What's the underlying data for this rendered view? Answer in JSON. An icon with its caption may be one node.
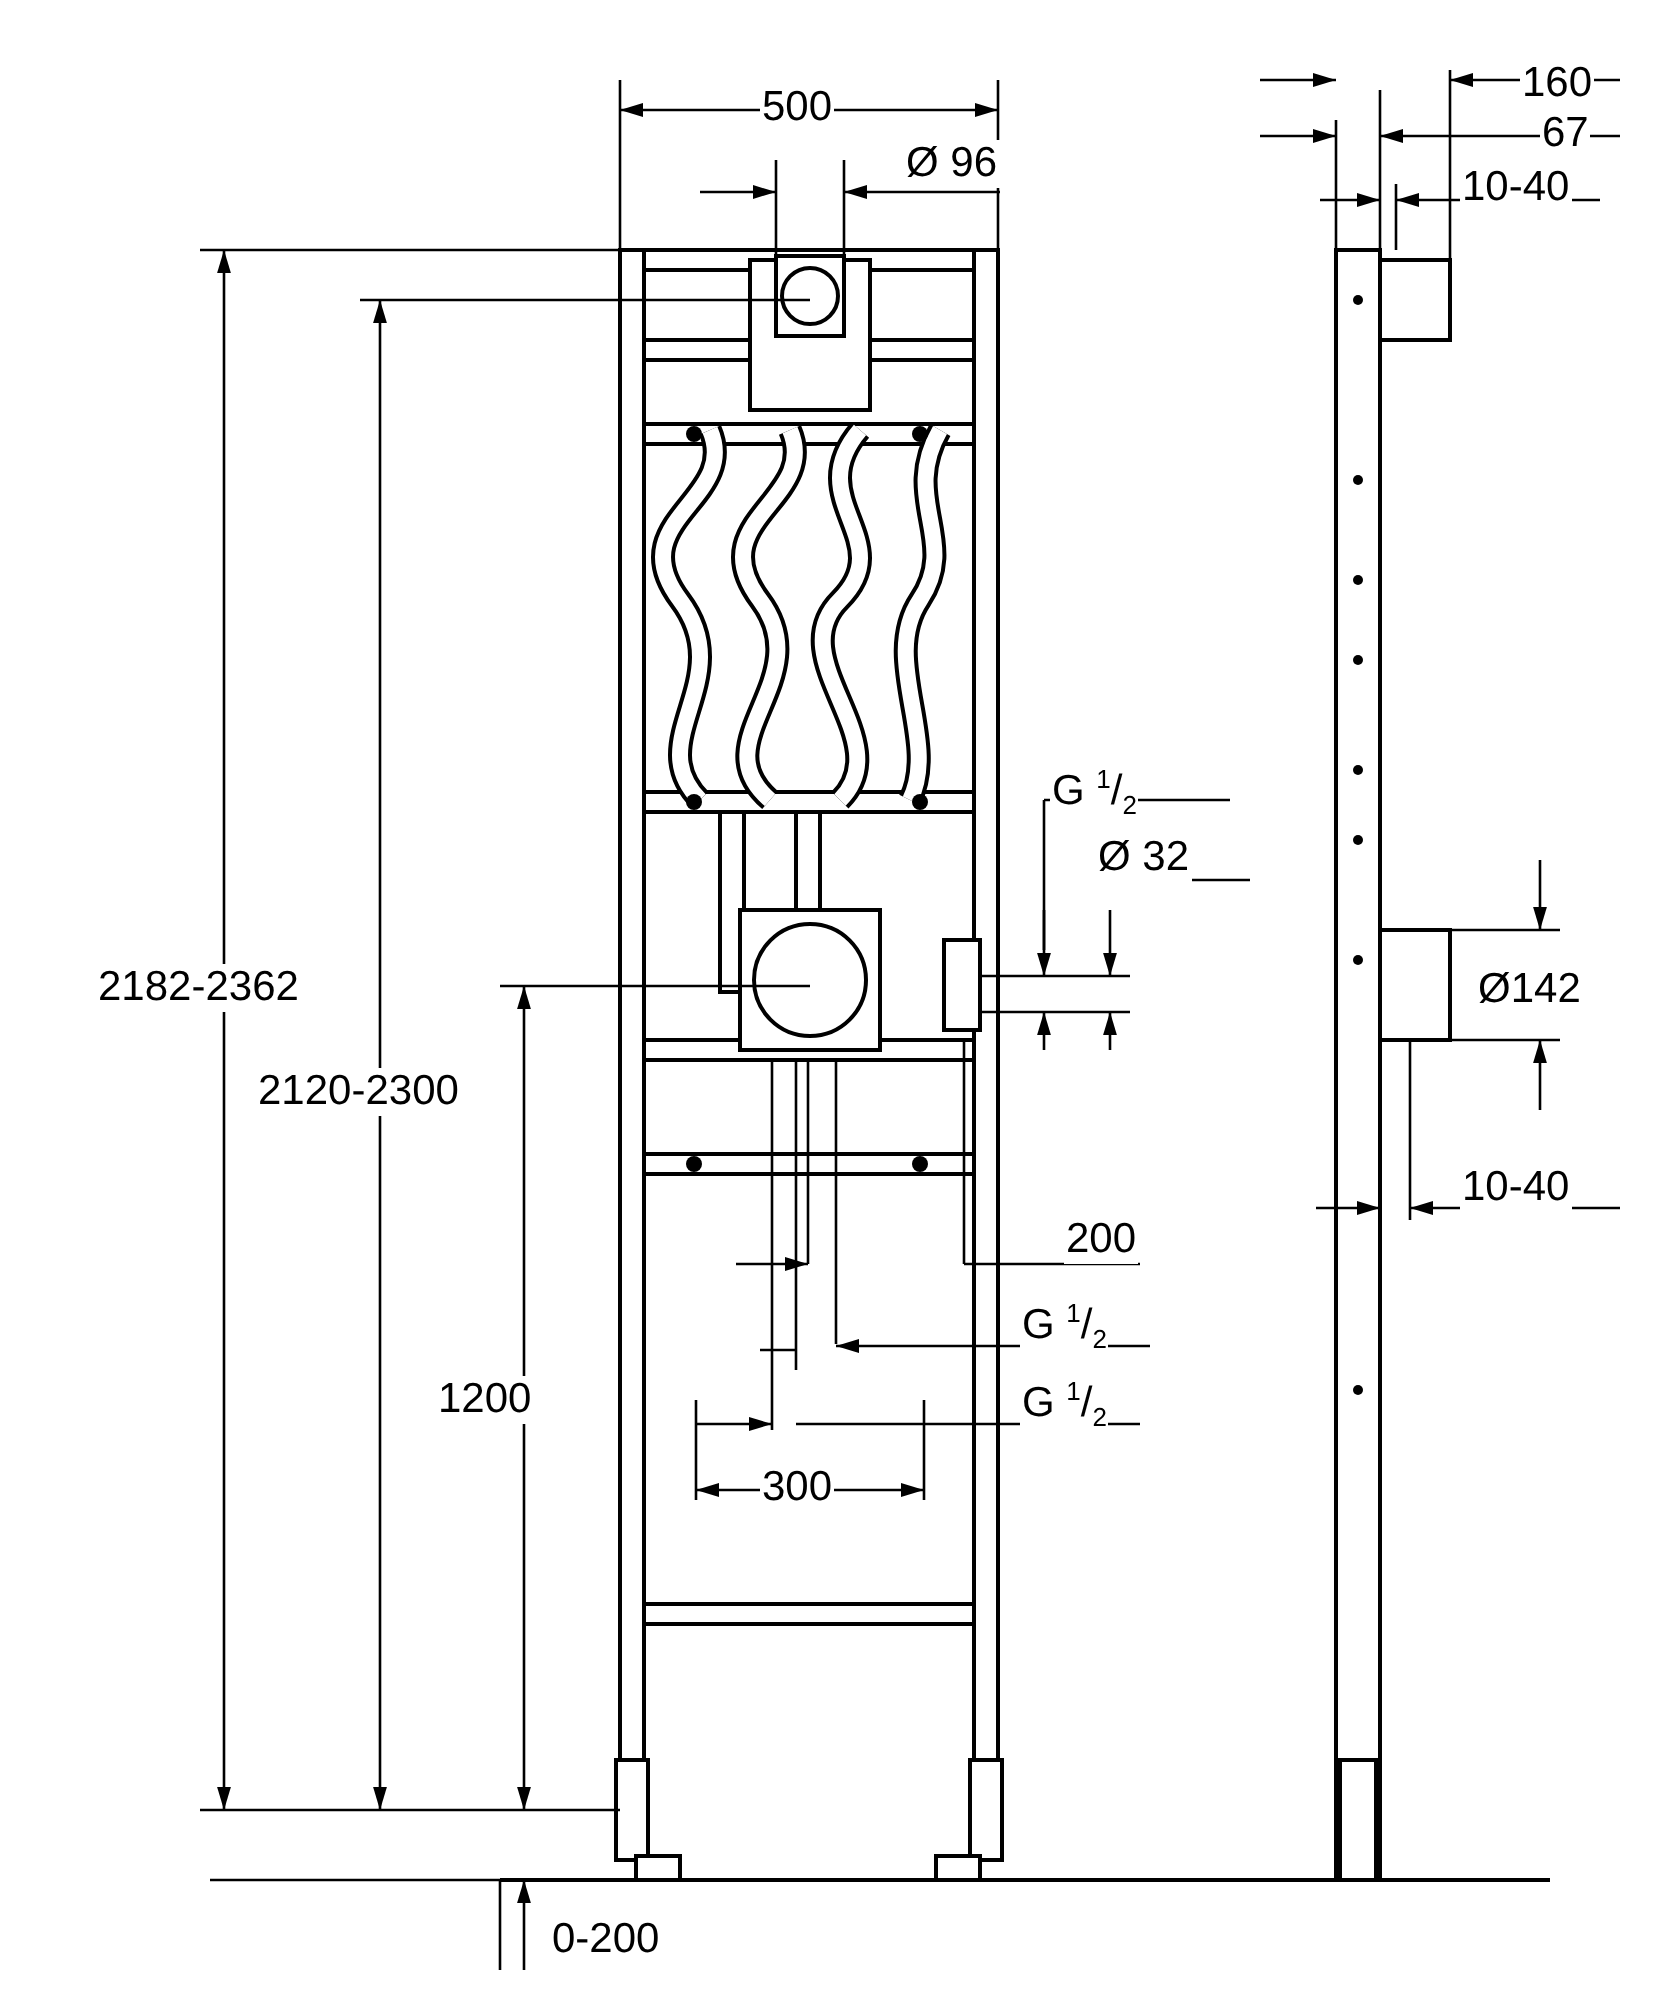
{
  "diagram": {
    "labels": [
      "500",
      "Ø 96",
      "160",
      "67",
      "10-40",
      "G $^{1}$/$_{2}$",
      "Ø 32",
      "2182-2362",
      "Ø142",
      "2120-2300",
      "10-40",
      "200",
      "G $^{1}$/$_{2}$",
      "1200",
      "G $^{1}$/$_{2}$",
      "300",
      "0-200"
    ]
  }
}
